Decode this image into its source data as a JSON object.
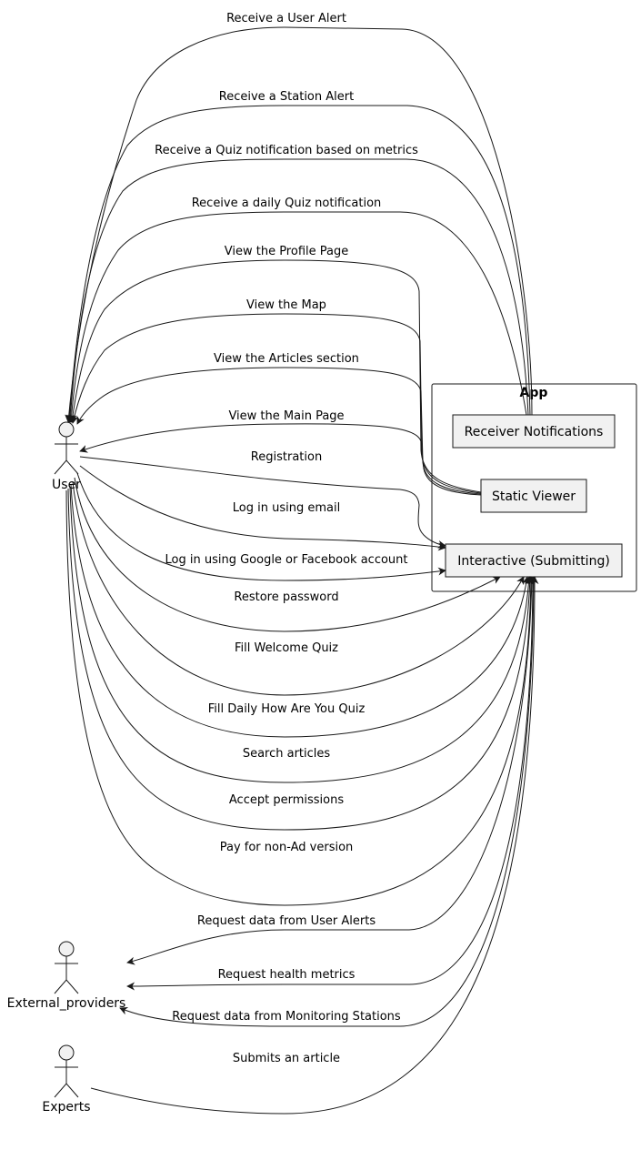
{
  "actors": {
    "user": "User",
    "external": "External_providers",
    "experts": "Experts"
  },
  "group": {
    "title": "App"
  },
  "components": {
    "notifications": "Receiver Notifications",
    "viewer": "Static Viewer",
    "interactive": "Interactive (Submitting)"
  },
  "edges": [
    {
      "id": "user-alert",
      "label": "Receive a User Alert",
      "from": "components.notifications",
      "to": "actors.user"
    },
    {
      "id": "station-alert",
      "label": "Receive a Station Alert",
      "from": "components.notifications",
      "to": "actors.user"
    },
    {
      "id": "quiz-metrics",
      "label": "Receive a Quiz notification based on metrics",
      "from": "components.notifications",
      "to": "actors.user"
    },
    {
      "id": "daily-quiz",
      "label": "Receive a daily Quiz notification",
      "from": "components.notifications",
      "to": "actors.user"
    },
    {
      "id": "profile-page",
      "label": "View the Profile Page",
      "from": "components.viewer",
      "to": "actors.user"
    },
    {
      "id": "map",
      "label": "View the Map",
      "from": "components.viewer",
      "to": "actors.user"
    },
    {
      "id": "articles-section",
      "label": "View the Articles section",
      "from": "components.viewer",
      "to": "actors.user"
    },
    {
      "id": "main-page",
      "label": "View the Main Page",
      "from": "components.viewer",
      "to": "actors.user"
    },
    {
      "id": "registration",
      "label": "Registration",
      "from": "actors.user",
      "to": "components.interactive"
    },
    {
      "id": "login-email",
      "label": "Log in using email",
      "from": "actors.user",
      "to": "components.interactive"
    },
    {
      "id": "login-social",
      "label": "Log in using Google or Facebook account",
      "from": "actors.user",
      "to": "components.interactive"
    },
    {
      "id": "restore-password",
      "label": "Restore password",
      "from": "actors.user",
      "to": "components.interactive"
    },
    {
      "id": "welcome-quiz",
      "label": "Fill Welcome Quiz",
      "from": "actors.user",
      "to": "components.interactive"
    },
    {
      "id": "daily-how-quiz",
      "label": "Fill Daily How Are You Quiz",
      "from": "actors.user",
      "to": "components.interactive"
    },
    {
      "id": "search-articles",
      "label": "Search articles",
      "from": "actors.user",
      "to": "components.interactive"
    },
    {
      "id": "accept-permissions",
      "label": "Accept permissions",
      "from": "actors.user",
      "to": "components.interactive"
    },
    {
      "id": "pay-non-ad",
      "label": "Pay for non-Ad version",
      "from": "actors.user",
      "to": "components.interactive"
    },
    {
      "id": "request-user-alerts",
      "label": "Request data from User Alerts",
      "from": "components.interactive",
      "to": "actors.external"
    },
    {
      "id": "request-health",
      "label": "Request health metrics",
      "from": "components.interactive",
      "to": "actors.external"
    },
    {
      "id": "request-stations",
      "label": "Request data from Monitoring Stations",
      "from": "components.interactive",
      "to": "actors.external"
    },
    {
      "id": "submit-article",
      "label": "Submits an article",
      "from": "actors.experts",
      "to": "components.interactive"
    }
  ]
}
